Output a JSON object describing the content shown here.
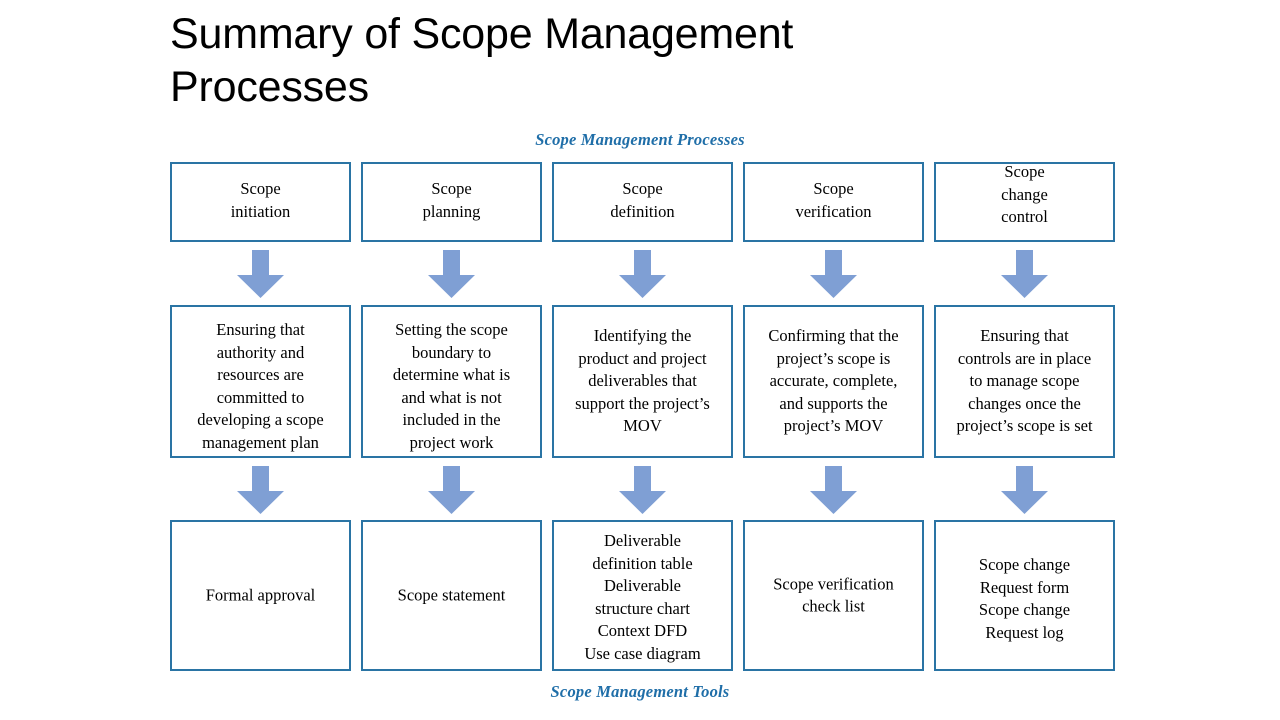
{
  "slide": {
    "title": "Summary of Scope Management\nProcesses"
  },
  "figure": {
    "caption_top": "Scope Management Processes",
    "caption_bottom": "Scope Management Tools",
    "colors": {
      "box_border": "#2a74a4",
      "arrow_fill": "#7f9fd4",
      "caption_text": "#1f6ea8",
      "body_text": "#000000",
      "background": "#ffffff"
    },
    "columns": [
      {
        "process": "Scope\ninitiation",
        "description": "Ensuring that\nauthority and\nresources are\ncommitted to\ndeveloping a scope\nmanagement plan",
        "tools": "Formal approval"
      },
      {
        "process": "Scope\nplanning",
        "description": "Setting the scope\nboundary to\ndetermine what is\nand what is not\nincluded in the\nproject work",
        "tools": "Scope statement"
      },
      {
        "process": "Scope\ndefinition",
        "description": "Identifying the\nproduct and project\ndeliverables that\nsupport the project’s\nMOV",
        "tools": "Deliverable\ndefinition table\nDeliverable\nstructure chart\nContext DFD\nUse case diagram"
      },
      {
        "process": "Scope\nverification",
        "description": "Confirming that the\nproject’s scope is\naccurate, complete,\nand supports the\nproject’s MOV",
        "tools": "Scope verification\ncheck list"
      },
      {
        "process": "Scope\nchange\ncontrol",
        "description": "Ensuring that\ncontrols are in place\nto manage scope\nchanges once the\nproject’s scope is set",
        "tools": "Scope change\nRequest form\nScope change\nRequest log"
      }
    ],
    "arrows": {
      "direction": "down",
      "count": 10,
      "label": "flows-to"
    }
  }
}
